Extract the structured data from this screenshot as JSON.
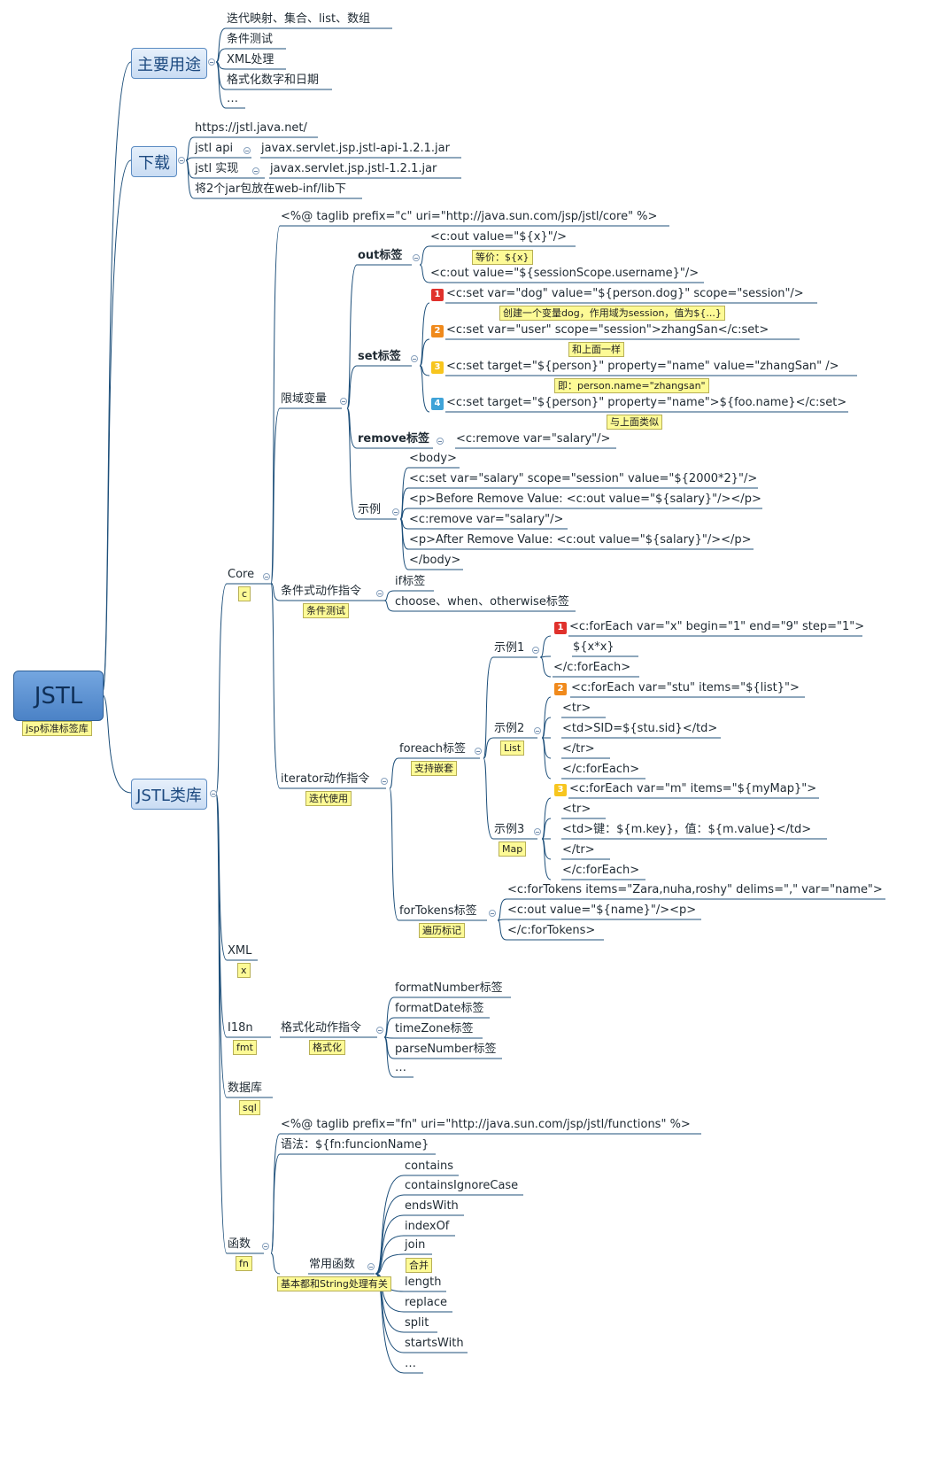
{
  "root": {
    "label": "JSTL",
    "note": "jsp标准标签库"
  },
  "main_uses": {
    "label": "主要用途",
    "items": [
      "迭代映射、集合、list、数组",
      "条件测试",
      "XML处理",
      "格式化数字和日期",
      "…"
    ]
  },
  "download": {
    "label": "下载",
    "url": "https://jstl.java.net/",
    "api_label": "jstl api",
    "api_value": "javax.servlet.jsp.jstl-api-1.2.1.jar",
    "impl_label": "jstl 实现",
    "impl_value": "javax.servlet.jsp.jstl-1.2.1.jar",
    "deploy": "将2个jar包放在web-inf/lib下"
  },
  "library": {
    "label": "JSTL类库",
    "core": {
      "label": "Core",
      "note": "c",
      "taglib": "<%@ taglib prefix=\"c\" uri=\"http://java.sun.com/jsp/jstl/core\" %>",
      "scope_vars": {
        "label": "限域变量",
        "out": {
          "label": "out标签",
          "line1": "<c:out value=\"${x}\"/>",
          "note1": "等价：${x}",
          "line2": "<c:out value=\"${sessionScope.username}\"/>"
        },
        "set": {
          "label": "set标签",
          "items": [
            {
              "marker": "1",
              "code": "<c:set var=\"dog\" value=\"${person.dog}\" scope=\"session\"/>",
              "note": "创建一个变量dog，作用域为session，值为${...}"
            },
            {
              "marker": "2",
              "code": "<c:set var=\"user\" scope=\"session\">zhangSan</c:set>",
              "note": "和上面一样"
            },
            {
              "marker": "3",
              "code": "<c:set target=\"${person}\" property=\"name\" value=\"zhangSan\" />",
              "note": "即：person.name=\"zhangsan\""
            },
            {
              "marker": "4",
              "code": "<c:set target=\"${person}\" property=\"name\">${foo.name}</c:set>",
              "note": "与上面类似"
            }
          ]
        },
        "remove": {
          "label": "remove标签",
          "code": "<c:remove var=\"salary\"/>"
        },
        "example": {
          "label": "示例",
          "lines": [
            "<body>",
            "<c:set var=\"salary\" scope=\"session\" value=\"${2000*2}\"/>",
            "<p>Before Remove Value: <c:out value=\"${salary}\"/></p>",
            "<c:remove var=\"salary\"/>",
            "<p>After Remove Value: <c:out value=\"${salary}\"/></p>",
            "</body>"
          ]
        }
      },
      "conditional": {
        "label": "条件式动作指令",
        "note": "条件测试",
        "items": [
          "if标签",
          "choose、when、otherwise标签"
        ]
      },
      "iterator": {
        "label": "iterator动作指令",
        "note": "迭代使用",
        "foreach": {
          "label": "foreach标签",
          "note": "支持嵌套",
          "ex1": {
            "label": "示例1",
            "marker": "1",
            "lines": [
              "<c:forEach var=\"x\" begin=\"1\" end=\"9\" step=\"1\">",
              "${x*x}",
              "</c:forEach>"
            ]
          },
          "ex2": {
            "label": "示例2",
            "note": "List",
            "marker": "2",
            "lines": [
              "<c:forEach var=\"stu\" items=\"${list}\">",
              "<tr>",
              "<td>SID=${stu.sid}</td>",
              "</tr>",
              "</c:forEach>"
            ]
          },
          "ex3": {
            "label": "示例3",
            "note": "Map",
            "marker": "3",
            "lines": [
              "<c:forEach var=\"m\" items=\"${myMap}\">",
              "<tr>",
              "<td>键：${m.key}，值：${m.value}</td>",
              "</tr>",
              "</c:forEach>"
            ]
          }
        },
        "fortokens": {
          "label": "forTokens标签",
          "note": "遍历标记",
          "lines": [
            "<c:forTokens items=\"Zara,nuha,roshy\" delims=\",\" var=\"name\">",
            "<c:out value=\"${name}\"/><p>",
            "</c:forTokens>"
          ]
        }
      }
    },
    "xml": {
      "label": "XML",
      "note": "x"
    },
    "i18n": {
      "label": "I18n",
      "note": "fmt",
      "fmt": {
        "label": "格式化动作指令",
        "note": "格式化",
        "items": [
          "formatNumber标签",
          "formatDate标签",
          "timeZone标签",
          "parseNumber标签",
          "…"
        ]
      }
    },
    "sql": {
      "label": "数据库",
      "note": "sql"
    },
    "fn": {
      "label": "函数",
      "note": "fn",
      "taglib": "<%@ taglib prefix=\"fn\" uri=\"http://java.sun.com/jsp/jstl/functions\" %>",
      "syntax": "语法：${fn:funcionName}",
      "common": {
        "label": "常用函数",
        "note": "基本都和String处理有关",
        "items": [
          "contains",
          "containsIgnoreCase",
          "endsWith",
          "indexOf",
          "join",
          "length",
          "replace",
          "split",
          "startsWith",
          "…"
        ],
        "join_note": "合并"
      }
    }
  },
  "colors": {
    "line": "#1d4f7a",
    "marker1": "#e0312c",
    "marker2": "#f08a1c",
    "marker3": "#f7c51e",
    "marker4": "#3fa3d8"
  }
}
